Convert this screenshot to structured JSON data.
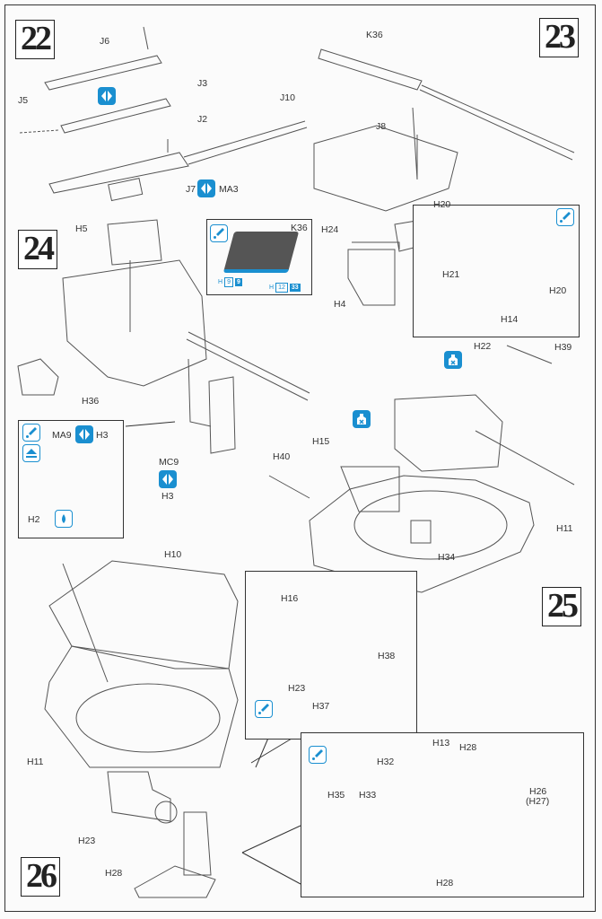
{
  "page": {
    "type": "model kit assembly instructions"
  },
  "steps": [
    {
      "number": "22",
      "labels": [
        "J6",
        "J3",
        "J5",
        "J2",
        "J10",
        "J7",
        "MA3"
      ]
    },
    {
      "number": "23",
      "labels": [
        "K36",
        "J8",
        "H20",
        "H24",
        "H4",
        "H21",
        "H14",
        "H20"
      ]
    },
    {
      "number": "24",
      "labels": [
        "H5",
        "K36",
        "H36",
        "MC9",
        "H3",
        "MA9",
        "H3",
        "H2"
      ]
    },
    {
      "number": "25",
      "labels": [
        "H22",
        "H39",
        "H15",
        "H40",
        "H11",
        "H34"
      ]
    },
    {
      "number": "26",
      "labels": [
        "H10",
        "H11",
        "H23",
        "H28",
        "H16",
        "H23",
        "H38",
        "H37",
        "H13",
        "H28",
        "H32",
        "H35",
        "H33",
        "H26",
        "(H27)",
        "H28"
      ]
    }
  ],
  "labels": {
    "s22": {
      "j6": "J6",
      "j3": "J3",
      "j5": "J5",
      "j2": "J2",
      "j10": "J10",
      "j7": "J7",
      "ma3": "MA3"
    },
    "s23": {
      "k36": "K36",
      "j8": "J8",
      "h20": "H20",
      "h24": "H24",
      "h4": "H4",
      "h21": "H21",
      "h14": "H14",
      "h20b": "H20"
    },
    "s24": {
      "h5": "H5",
      "k36": "K36",
      "h36": "H36",
      "mc9": "MC9",
      "h3": "H3",
      "ma9": "MA9",
      "h3b": "H3",
      "h2": "H2"
    },
    "s25": {
      "h22": "H22",
      "h39": "H39",
      "h15": "H15",
      "h40": "H40",
      "h11": "H11",
      "h34": "H34"
    },
    "s26": {
      "h10": "H10",
      "h11": "H11",
      "h23": "H23",
      "h28": "H28",
      "h16": "H16",
      "h23b": "H23",
      "h38": "H38",
      "h37": "H37",
      "h13": "H13",
      "h28b": "H28",
      "h32": "H32",
      "h35": "H35",
      "h33": "H33",
      "h26": "H26",
      "h27": "(H27)",
      "h28c": "H28"
    }
  },
  "paint_codes": {
    "k36_left": {
      "prefix": "H",
      "outline": "9",
      "filled": "9"
    },
    "k36_right": {
      "prefix": "H",
      "outline": "12",
      "filled": "33"
    }
  },
  "icons": {
    "paint": "paint-brush-icon",
    "symmetric": "attach-both-sides-icon",
    "rotate": "do-not-glue-icon",
    "up": "face-up-icon",
    "glue": "glue-drop-icon"
  },
  "colors": {
    "accent": "#1a8fd0",
    "line": "#333333",
    "background": "#fbfbfb"
  }
}
